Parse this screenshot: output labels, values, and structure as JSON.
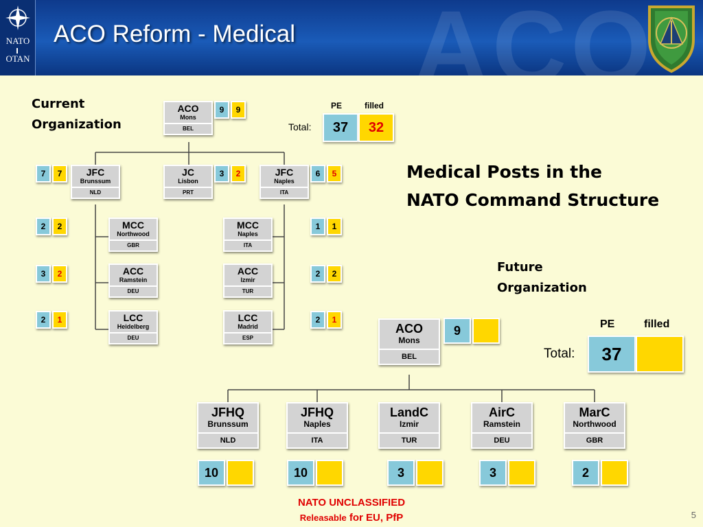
{
  "header": {
    "title": "ACO Reform - Medical",
    "watermark": "ACO"
  },
  "logo": {
    "line1": "NATO",
    "line2": "OTAN"
  },
  "labels": {
    "current_1": "Current",
    "current_2": "Organization",
    "future_1": "Future",
    "future_2": "Organization",
    "heading_1": "Medical Posts in the",
    "heading_2": "NATO Command Structure"
  },
  "current": {
    "nodes": {
      "aco": {
        "abbr": "ACO",
        "city": "Mons",
        "country": "BEL",
        "pe": "9",
        "filled": "9",
        "filled_alert": false
      },
      "jfc_b": {
        "abbr": "JFC",
        "city": "Brunssum",
        "country": "NLD",
        "pe": "7",
        "filled": "7",
        "filled_alert": false
      },
      "jc": {
        "abbr": "JC",
        "city": "Lisbon",
        "country": "PRT",
        "pe": "3",
        "filled": "2",
        "filled_alert": true
      },
      "jfc_n": {
        "abbr": "JFC",
        "city": "Naples",
        "country": "ITA",
        "pe": "6",
        "filled": "5",
        "filled_alert": true
      },
      "mcc_nw": {
        "abbr": "MCC",
        "city": "Northwood",
        "country": "GBR",
        "pe": "2",
        "filled": "2",
        "filled_alert": false
      },
      "acc_r": {
        "abbr": "ACC",
        "city": "Ramstein",
        "country": "DEU",
        "pe": "3",
        "filled": "2",
        "filled_alert": true
      },
      "lcc_h": {
        "abbr": "LCC",
        "city": "Heidelberg",
        "country": "DEU",
        "pe": "2",
        "filled": "1",
        "filled_alert": true
      },
      "mcc_n": {
        "abbr": "MCC",
        "city": "Naples",
        "country": "ITA",
        "pe": "1",
        "filled": "1",
        "filled_alert": false
      },
      "acc_i": {
        "abbr": "ACC",
        "city": "Izmir",
        "country": "TUR",
        "pe": "2",
        "filled": "2",
        "filled_alert": false
      },
      "lcc_m": {
        "abbr": "LCC",
        "city": "Madrid",
        "country": "ESP",
        "pe": "2",
        "filled": "1",
        "filled_alert": true
      }
    },
    "total": {
      "label": "Total:",
      "pe_header": "PE",
      "filled_header": "filled",
      "pe": "37",
      "filled": "32"
    }
  },
  "future": {
    "nodes": {
      "aco": {
        "abbr": "ACO",
        "city": "Mons",
        "country": "BEL",
        "pe": "9",
        "filled": ""
      },
      "jfhq_b": {
        "abbr": "JFHQ",
        "city": "Brunssum",
        "country": "NLD",
        "pe": "10",
        "filled": ""
      },
      "jfhq_n": {
        "abbr": "JFHQ",
        "city": "Naples",
        "country": "ITA",
        "pe": "10",
        "filled": ""
      },
      "landc": {
        "abbr": "LandC",
        "city": "Izmir",
        "country": "TUR",
        "pe": "3",
        "filled": ""
      },
      "airc": {
        "abbr": "AirC",
        "city": "Ramstein",
        "country": "DEU",
        "pe": "3",
        "filled": ""
      },
      "marc": {
        "abbr": "MarC",
        "city": "Northwood",
        "country": "GBR",
        "pe": "2",
        "filled": ""
      }
    },
    "total": {
      "label": "Total:",
      "pe_header": "PE",
      "filled_header": "filled",
      "pe": "37",
      "filled": ""
    }
  },
  "footer": {
    "line1": "NATO UNCLASSIFIED",
    "line2a": "Releasable",
    "line2b": " for EU, PfP"
  },
  "page_number": "5",
  "colors": {
    "pe_box": "#87c9da",
    "filled_box": "#ffd700",
    "alert_text": "#e00000",
    "node_fill": "#d3d3d3"
  }
}
